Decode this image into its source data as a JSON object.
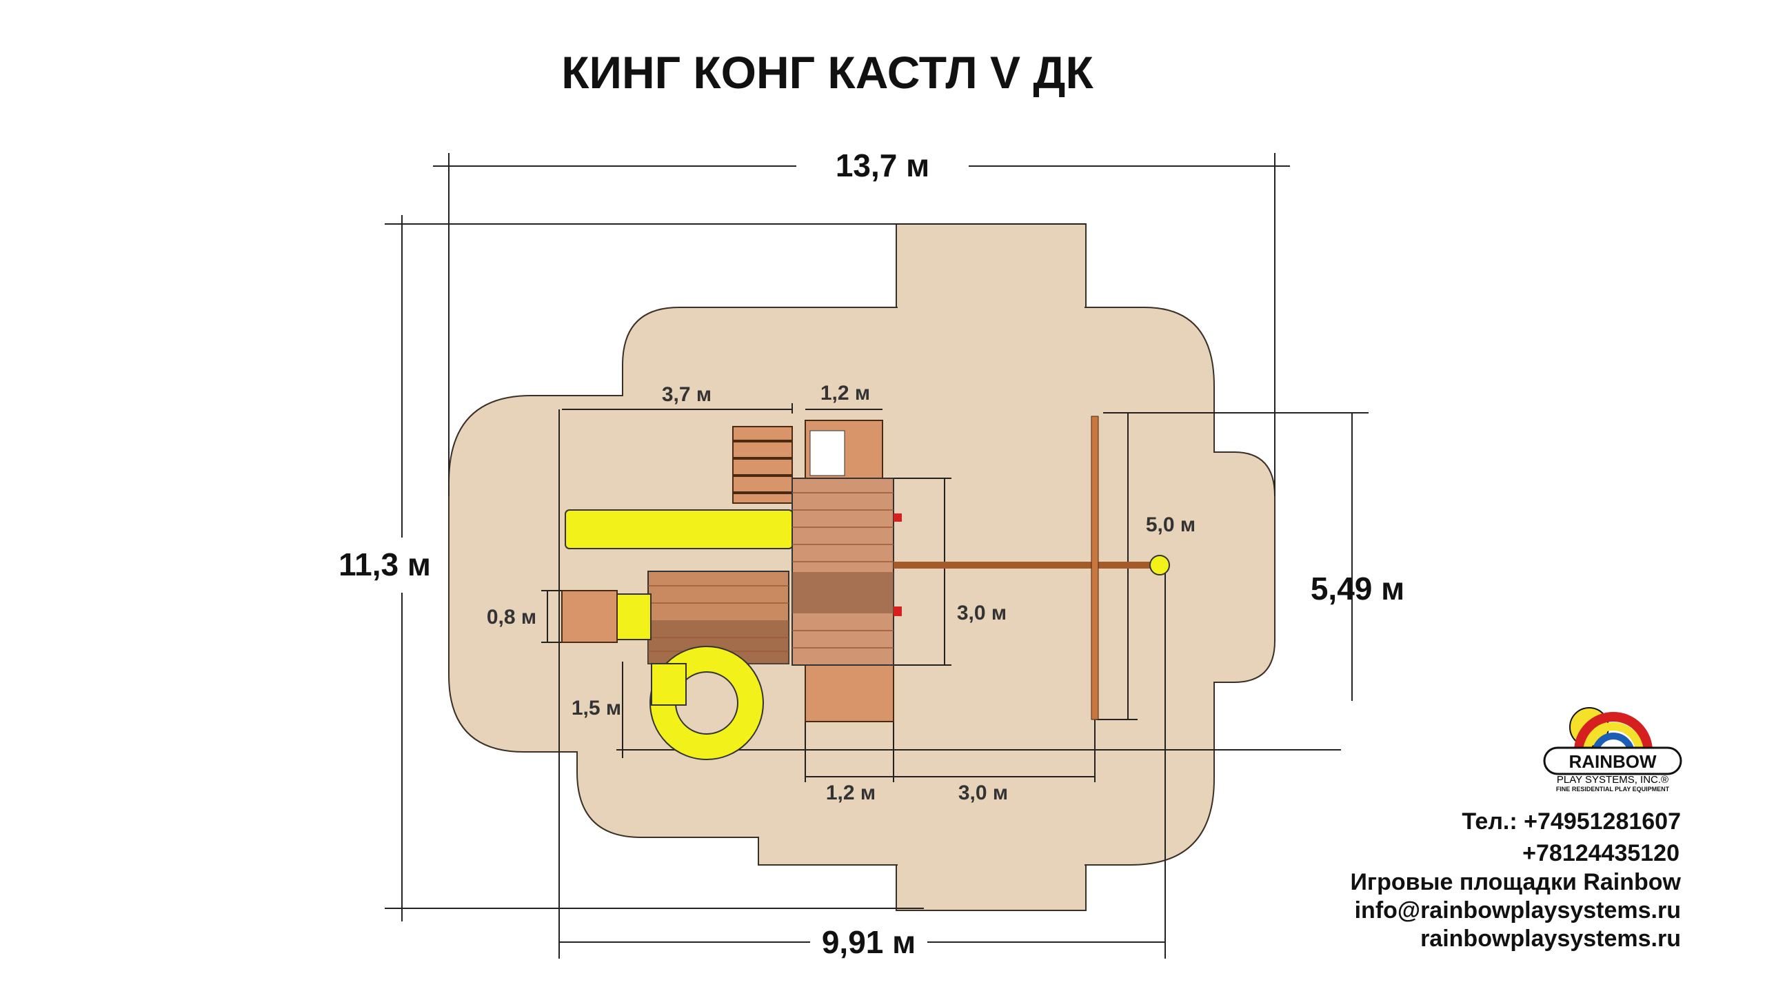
{
  "title": "КИНГ КОНГ КАСТЛ V ДК",
  "dimensions": {
    "overall_width": "13,7 м",
    "overall_depth": "11,3 м",
    "bottom_width": "9,91 м",
    "right_depth": "5,49 м",
    "slide_length": "3,7 м",
    "top_tower": "1,2 м",
    "deck_depth": "3,0 м",
    "swing_width": "5,0 м",
    "entry_width": "0,8 м",
    "spiral_depth": "1,5 м",
    "bottom_tower": "1,2 м",
    "swing_beam": "3,0 м"
  },
  "logo": {
    "brand": "RAINBOW",
    "sub": "PLAY SYSTEMS, INC.®",
    "tagline": "FINE RESIDENTIAL PLAY EQUIPMENT"
  },
  "contact": {
    "phone1": "Тел.: +74951281607",
    "phone2": "+78124435120",
    "company": "Игровые площадки Rainbow",
    "email": "info@rainbowplaysystems.ru",
    "site": "rainbowplaysystems.ru"
  },
  "colors": {
    "zone": "#e6d3ba",
    "wood": "#d9956a",
    "slide": "#f2f21a"
  }
}
